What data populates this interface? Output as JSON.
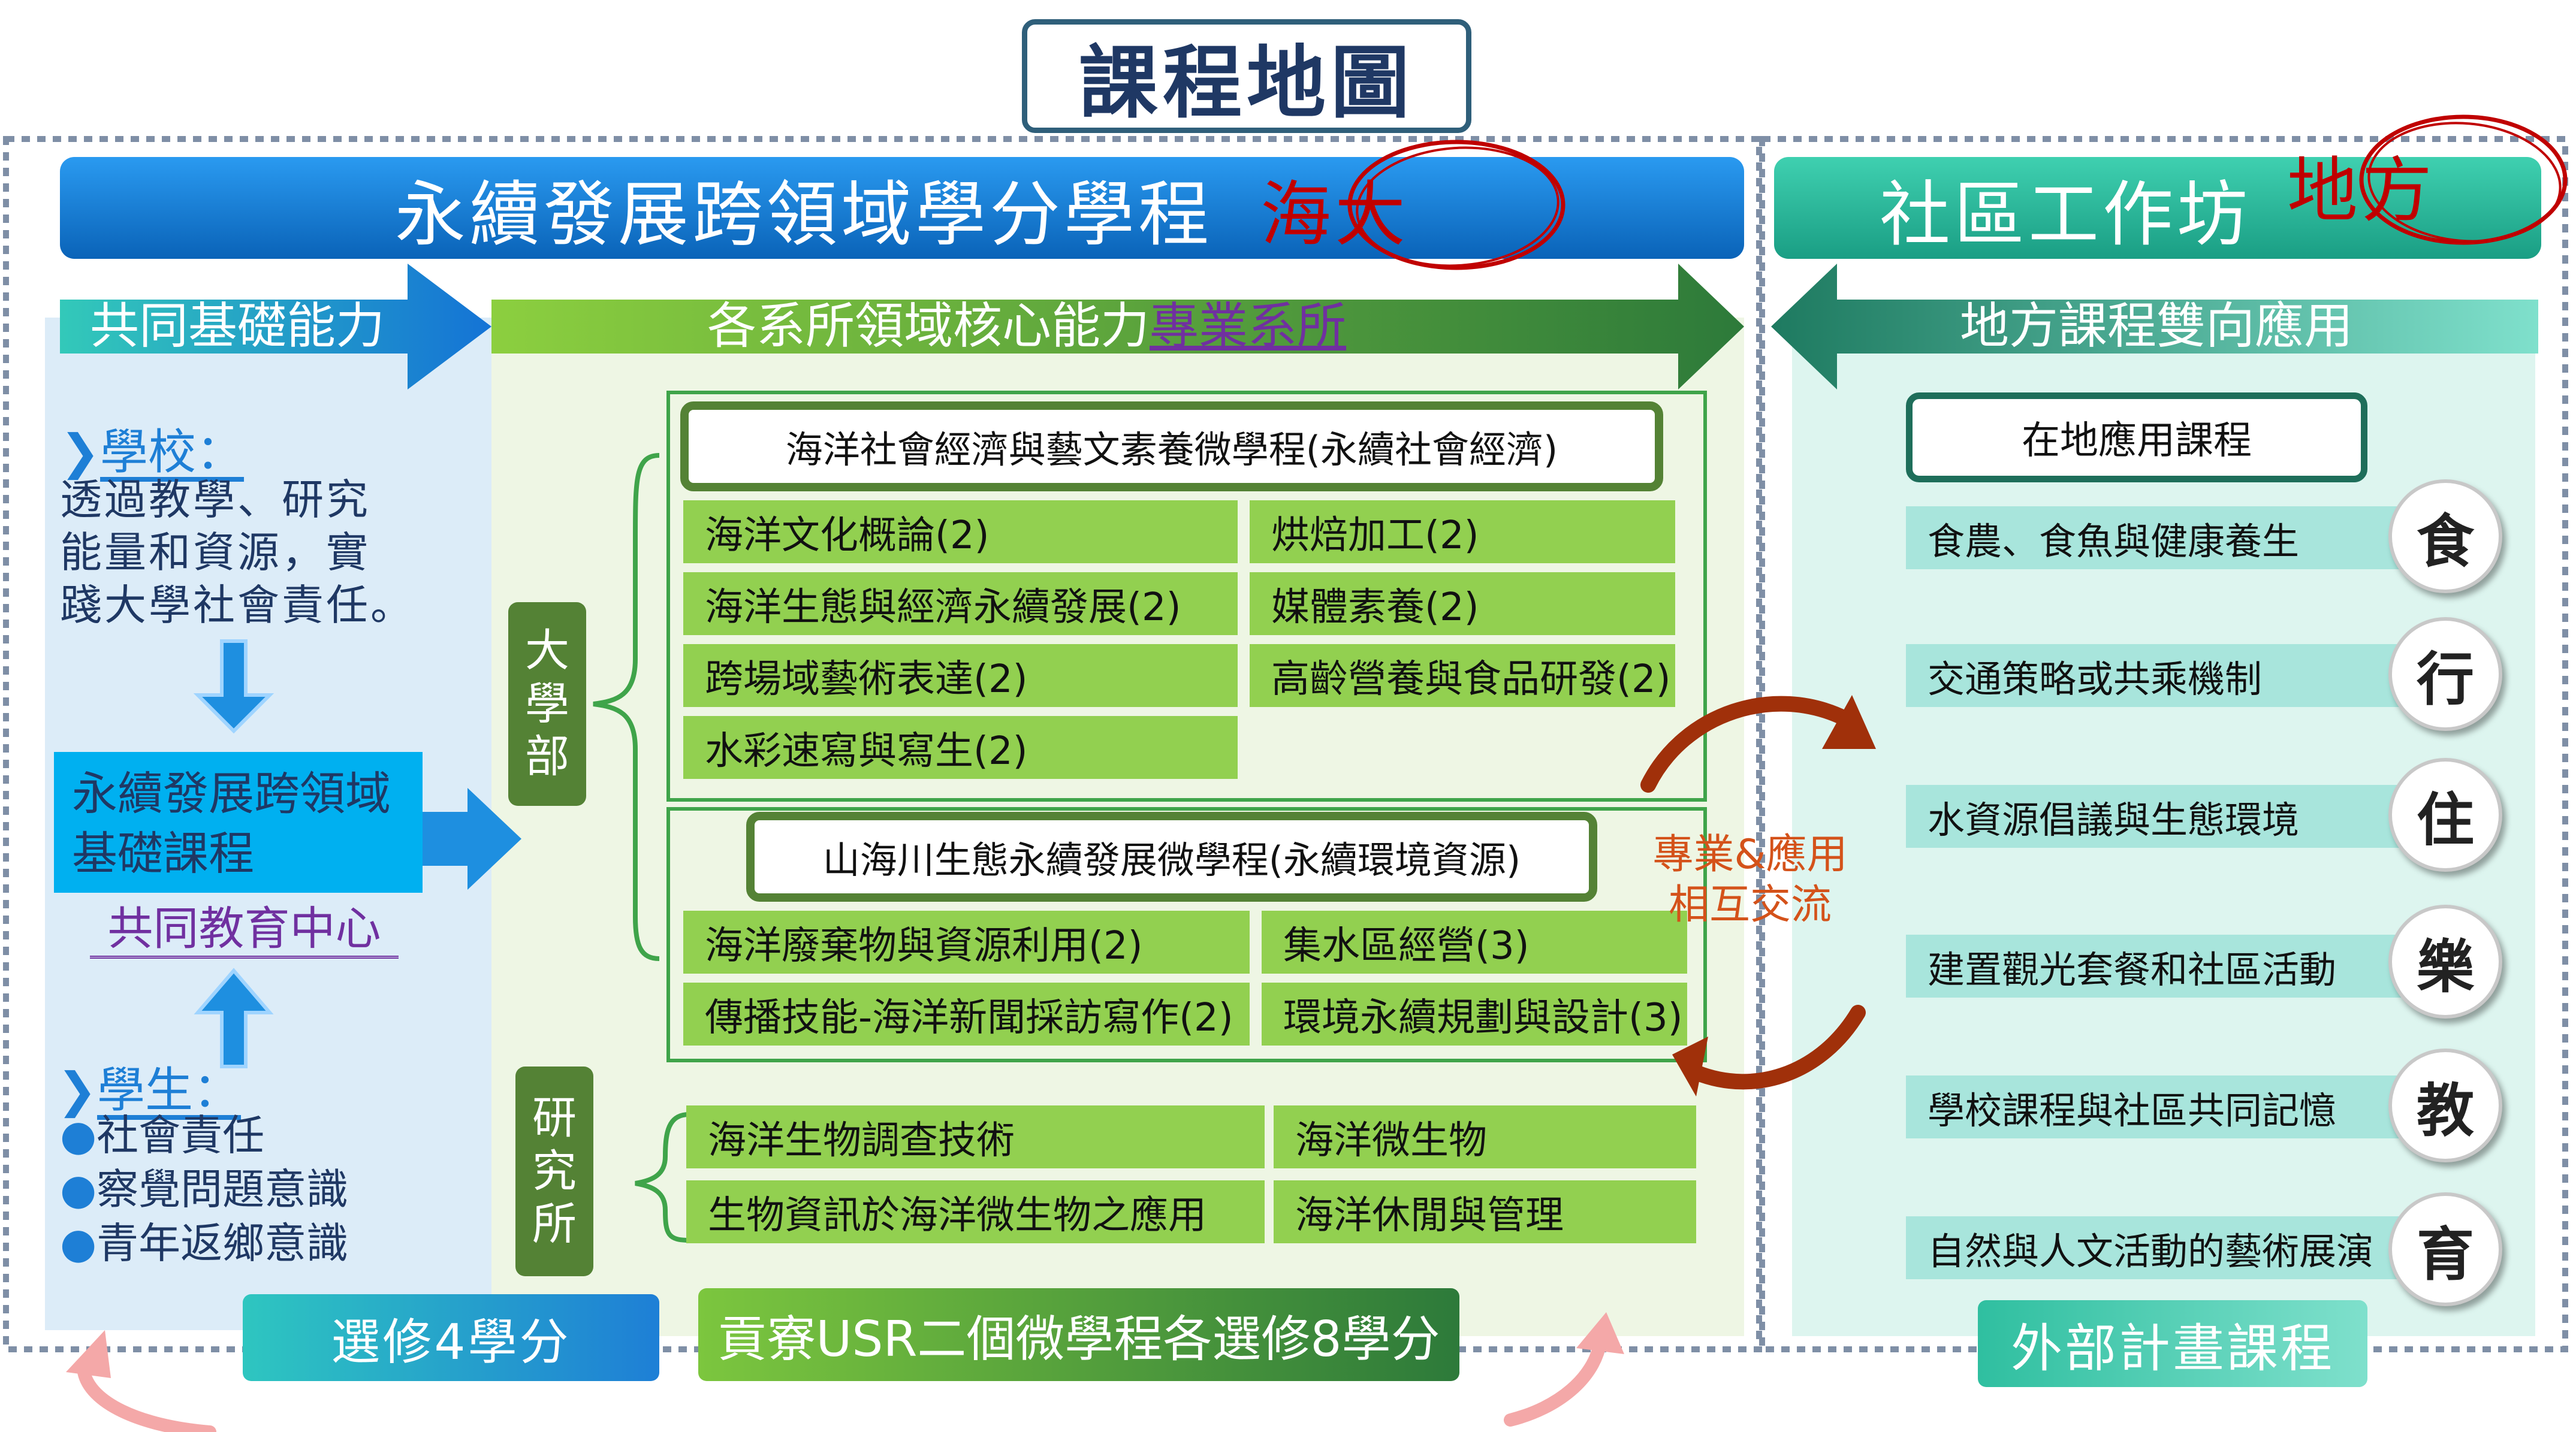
{
  "title": "課程地圖",
  "left_banner": {
    "text": "永續發展跨領域學分學程",
    "tag": "海大"
  },
  "right_banner": {
    "text": "社區工作坊",
    "tag": "地方"
  },
  "arrows": {
    "foundation": "共同基礎能力",
    "core_text": "各系所領域核心能力",
    "core_link": "專業系所",
    "local": "地方課程雙向應用"
  },
  "school": {
    "heading": "學校：",
    "lines": [
      "透過教學、研究",
      "能量和資源，實",
      "踐大學社會責任。"
    ]
  },
  "foundation_box": {
    "line1": "永續發展跨領域",
    "line2": "基礎課程",
    "center": "共同教育中心"
  },
  "student": {
    "heading": "學生：",
    "bullets": [
      "社會責任",
      "察覺問題意識",
      "青年返鄉意識"
    ]
  },
  "undergrad_label": [
    "大",
    "學",
    "部"
  ],
  "grad_label": [
    "研",
    "究",
    "所"
  ],
  "program1": {
    "title": "海洋社會經濟與藝文素養微學程(永續社會經濟)",
    "left": [
      "海洋文化概論(2)",
      "海洋生態與經濟永續發展(2)",
      "跨場域藝術表達(2)",
      "水彩速寫與寫生(2)"
    ],
    "right": [
      "烘焙加工(2)",
      "媒體素養(2)",
      "高齡營養與食品研發(2)"
    ]
  },
  "program2": {
    "title": "山海川生態永續發展微學程(永續環境資源)",
    "left": [
      "海洋廢棄物與資源利用(2)",
      "傳播技能-海洋新聞採訪寫作(2)"
    ],
    "right": [
      "集水區經營(3)",
      "環境永續規劃與設計(3)"
    ]
  },
  "grad_courses": {
    "left": [
      "海洋生物調查技術",
      "生物資訊於海洋微生物之應用"
    ],
    "right": [
      "海洋微生物",
      "海洋休閒與管理"
    ]
  },
  "exchange": {
    "line1": "專業&應用",
    "line2": "相互交流"
  },
  "local_box": "在地應用課程",
  "local_rows": [
    {
      "text": "食農、食魚與健康養生",
      "char": "食"
    },
    {
      "text": "交通策略或共乘機制",
      "char": "行"
    },
    {
      "text": "水資源倡議與生態環境",
      "char": "住"
    },
    {
      "text": "建置觀光套餐和社區活動",
      "char": "樂"
    },
    {
      "text": "學校課程與社區共同記憶",
      "char": "教"
    },
    {
      "text": "自然與人文活動的藝術展演",
      "char": "育"
    }
  ],
  "bottom": {
    "elective": "選修4學分",
    "usr": "貢寮USR二個微學程各選修8學分",
    "external": "外部計畫課程"
  },
  "colors": {
    "blue_banner": "#1e7fd6",
    "teal_banner": "#2fbfa0",
    "dark_green": "#548235",
    "light_green": "#92d050",
    "navy_text": "#1f3864",
    "cyan_box": "#00b0f0",
    "red_circle": "#c00000",
    "arrow_brown": "#a0300a"
  }
}
